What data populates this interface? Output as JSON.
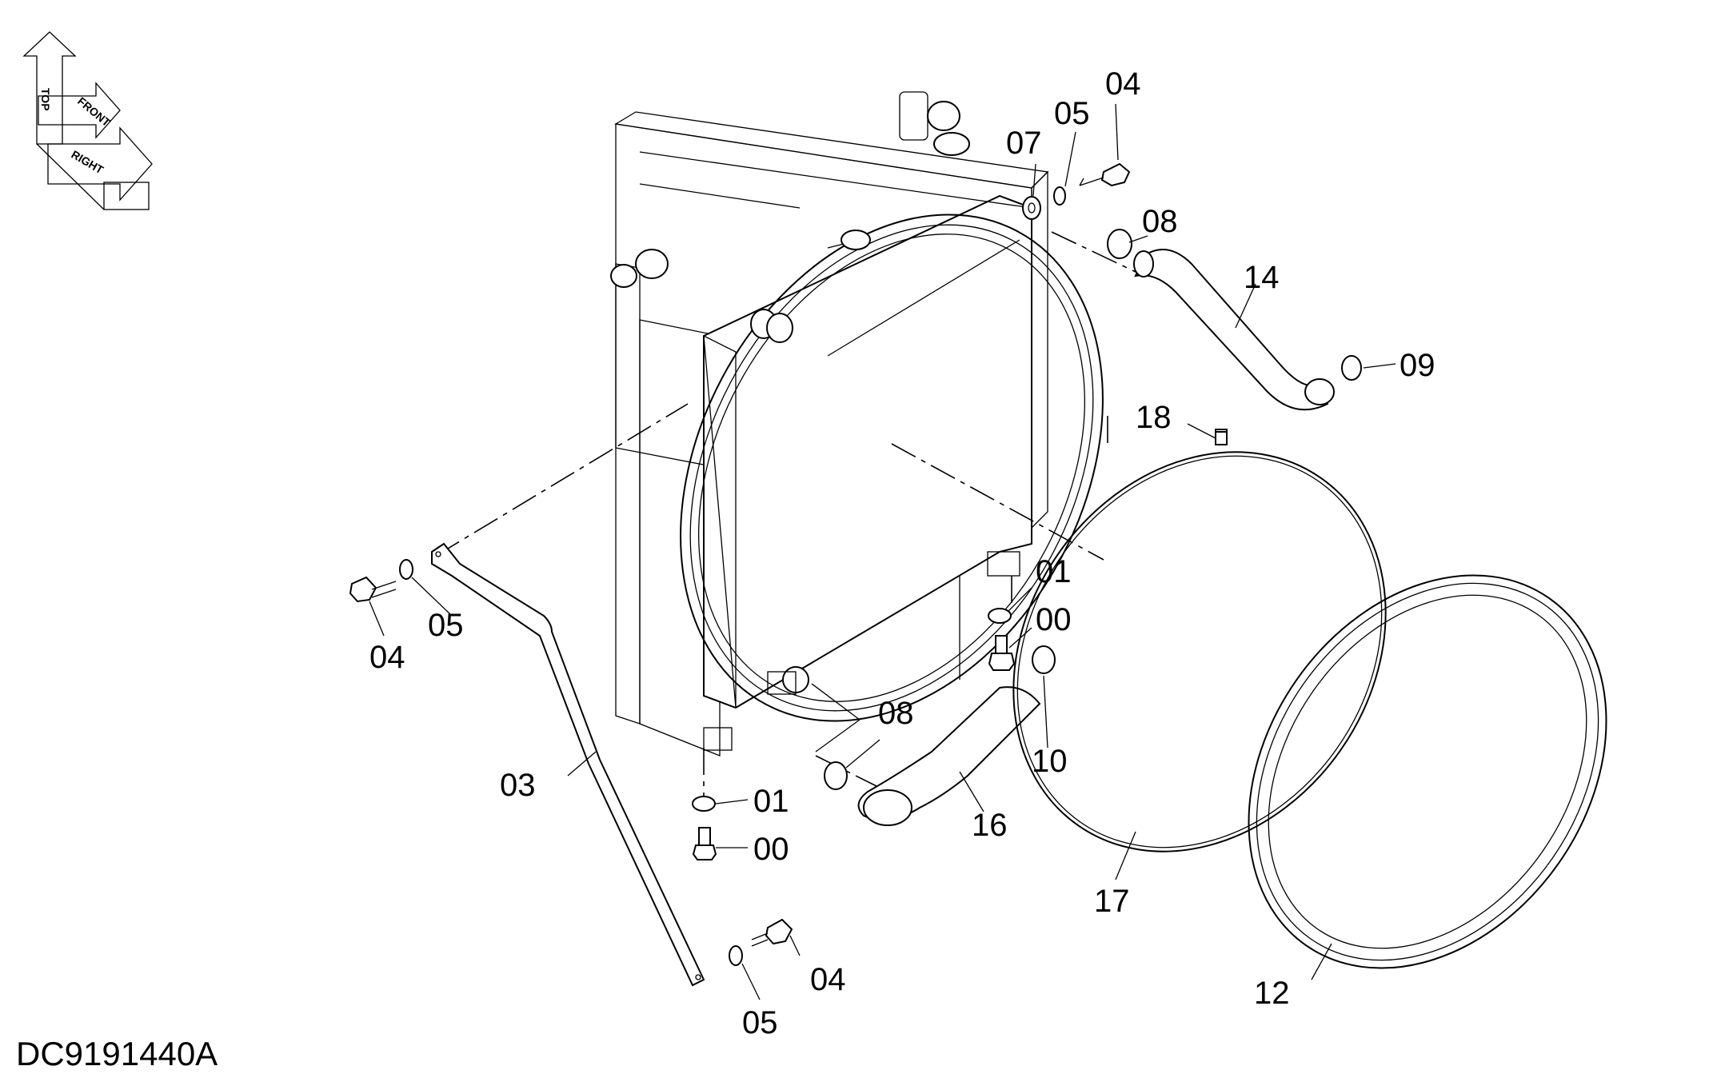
{
  "drawing_code": "DC9191440A",
  "orientation": {
    "top": "TOP",
    "front": "FRONT",
    "right": "RIGHT"
  },
  "callouts": {
    "c00_upper": "00",
    "c00_lower": "00",
    "c01_upper": "01",
    "c01_lower": "01",
    "c03": "03",
    "c04_top": "04",
    "c04_left": "04",
    "c04_bottom": "04",
    "c05_top": "05",
    "c05_left": "05",
    "c05_bottom": "05",
    "c07": "07",
    "c08_top": "08",
    "c08_bottom": "08",
    "c09": "09",
    "c10": "10",
    "c12": "12",
    "c14": "14",
    "c16": "16",
    "c17": "17",
    "c18": "18"
  }
}
